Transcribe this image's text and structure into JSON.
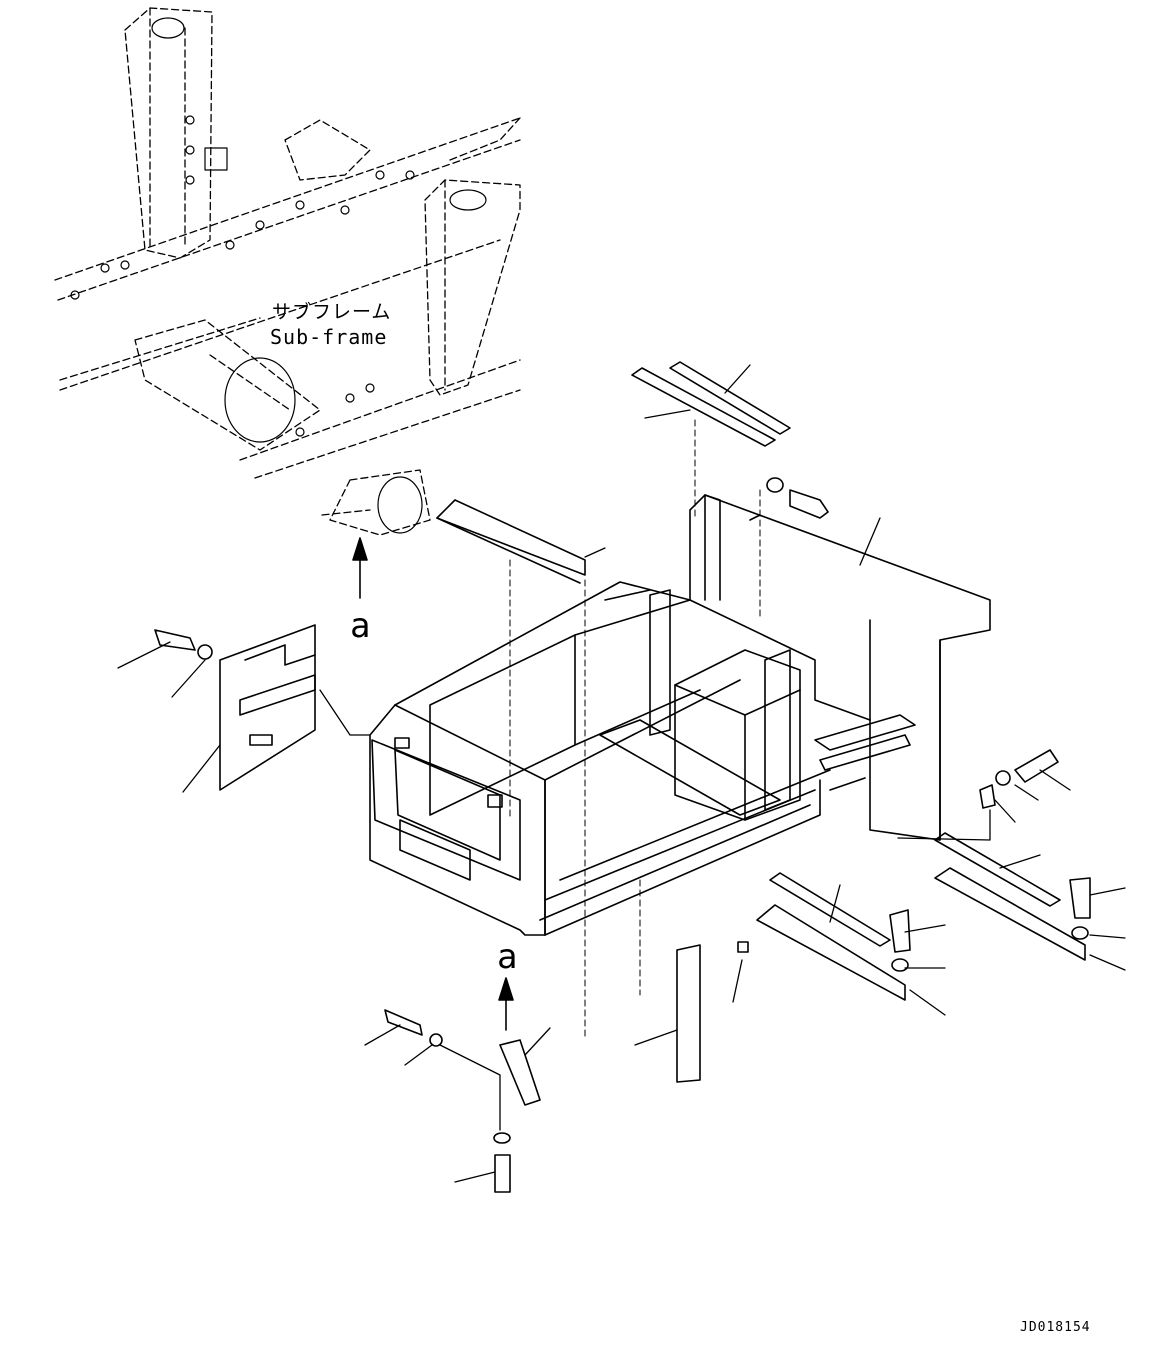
{
  "diagram": {
    "subframe_label_jp": "サブフレーム",
    "subframe_label_en": "Sub-frame",
    "view_marker_1": "a",
    "view_marker_2": "a",
    "drawing_code": "JD018154"
  },
  "colors": {
    "line": "#000000",
    "background": "#ffffff"
  }
}
